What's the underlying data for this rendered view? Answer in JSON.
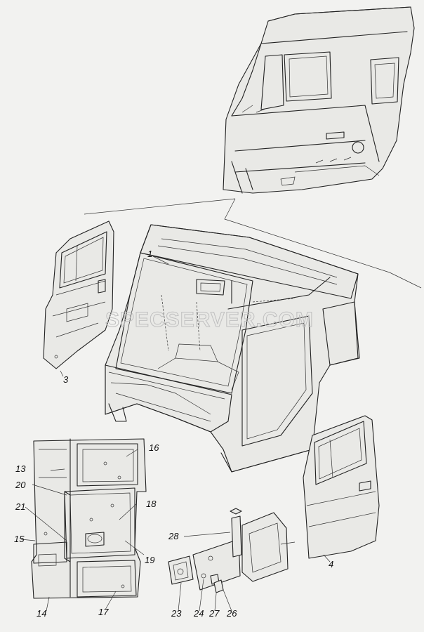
{
  "watermark": "SPECSERVER.COM",
  "labels": {
    "l1": "1",
    "l3": "3",
    "l4": "4",
    "l13": "13",
    "l14": "14",
    "l15": "15",
    "l16": "16",
    "l17": "17",
    "l18": "18",
    "l19": "19",
    "l20": "20",
    "l21": "21",
    "l23": "23",
    "l24": "24",
    "l26": "26",
    "l27": "27",
    "l28": "28"
  }
}
